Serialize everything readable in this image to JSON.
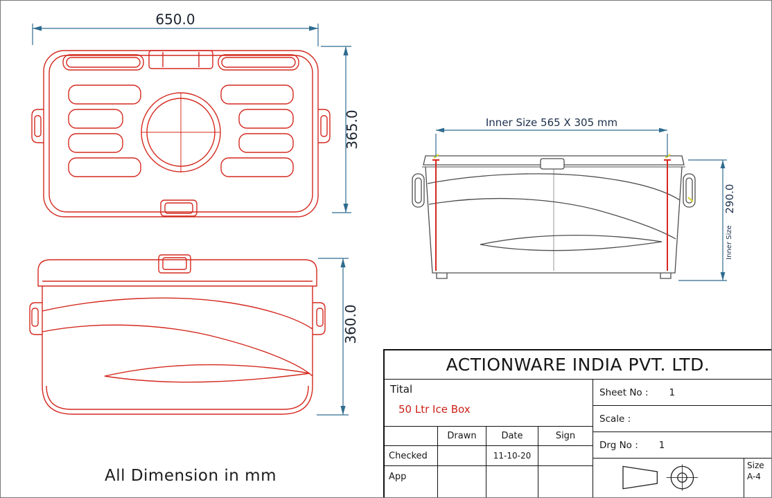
{
  "colors": {
    "drawing_red": "#d4281e",
    "side_view_gray": "#4d4d4d",
    "dimension_line_blue": "#2f6b8f",
    "dimension_text": "#1b2430",
    "product_title_red": "#cc2017",
    "highlight_yellow": "#ddd83a"
  },
  "dimensions": {
    "overall_width": "650.0",
    "overall_depth": "365.0",
    "overall_height": "360.0",
    "inner_size_horizontal": "Inner Size 565 X 305 mm",
    "inner_height_value": "290.0",
    "inner_height_label": "Inner Size"
  },
  "sheet": {
    "note": "All Dimension in mm"
  },
  "title_block": {
    "company": "ACTIONWARE INDIA PVT. LTD.",
    "title_label": "Tital",
    "product_title": "50 Ltr Ice Box",
    "table": {
      "headers": [
        "",
        "Drawn",
        "Date",
        "Sign"
      ],
      "rows": [
        {
          "label": "Checked",
          "drawn": "",
          "date": "11-10-20",
          "sign": ""
        },
        {
          "label": "App",
          "drawn": "",
          "date": "",
          "sign": ""
        }
      ]
    },
    "sheet_no_label": "Sheet No :",
    "sheet_no_value": "1",
    "scale_label": "Scale :",
    "drg_no_label": "Drg No :",
    "drg_no_value": "1",
    "size_label": "Size",
    "size_value": "A-4"
  }
}
